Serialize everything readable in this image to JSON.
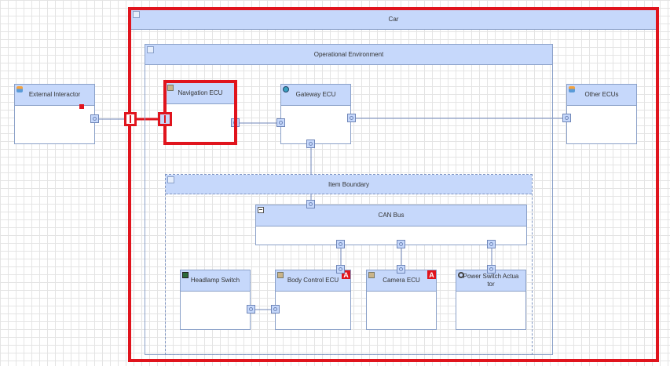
{
  "diagram": {
    "car": {
      "title": "Car"
    },
    "operational_environment": {
      "title": "Operational Environment"
    },
    "item_boundary": {
      "title": "Item Boundary"
    },
    "blocks": {
      "external_interactor": {
        "label": "External Interactor",
        "icon": "person-icon"
      },
      "navigation_ecu": {
        "label": "Navigation ECU",
        "icon": "chip-icon"
      },
      "gateway_ecu": {
        "label": "Gateway ECU",
        "icon": "gear-icon"
      },
      "other_ecus": {
        "label": "Other ECUs",
        "icon": "person-icon"
      },
      "can_bus": {
        "label": "CAN Bus",
        "icon": "bus-icon"
      },
      "headlamp_switch": {
        "label": "Headlamp Switch",
        "icon": "switch-icon"
      },
      "body_control_ecu": {
        "label": "Body Control ECU",
        "icon": "chip-icon",
        "badge": "A"
      },
      "camera_ecu": {
        "label": "Camera ECU",
        "icon": "chip-icon",
        "badge": "A"
      },
      "power_switch_actuator": {
        "label": "Power Switch Actua tor",
        "icon": "power-icon"
      }
    },
    "colors": {
      "highlight": "#e0141d",
      "header_fill": "#c6d8fb",
      "border": "#8aa0c8",
      "connector": "#6f86b8"
    }
  }
}
